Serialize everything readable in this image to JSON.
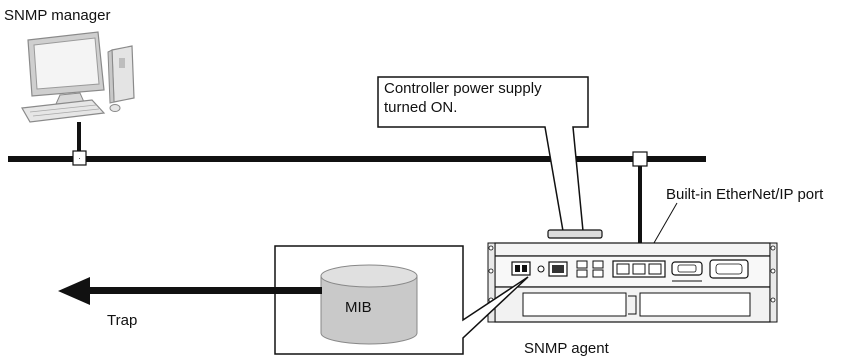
{
  "labels": {
    "snmp_manager": "SNMP manager",
    "callout_line1": "Controller power supply",
    "callout_line2": "turned ON.",
    "builtin_port": "Built-in EtherNet/IP port",
    "mib": "MIB",
    "trap": "Trap",
    "snmp_agent": "SNMP agent"
  },
  "colors": {
    "line": "#111111",
    "computer_fill": "#e8e8e8",
    "computer_edge": "#8a8a8a",
    "mib_top": "#d9d9d9",
    "mib_body": "#c4c4c4",
    "controller_fill": "#f2f2f2"
  },
  "icons": [
    "computer-icon",
    "database-icon",
    "controller-icon",
    "arrow-left-icon"
  ]
}
